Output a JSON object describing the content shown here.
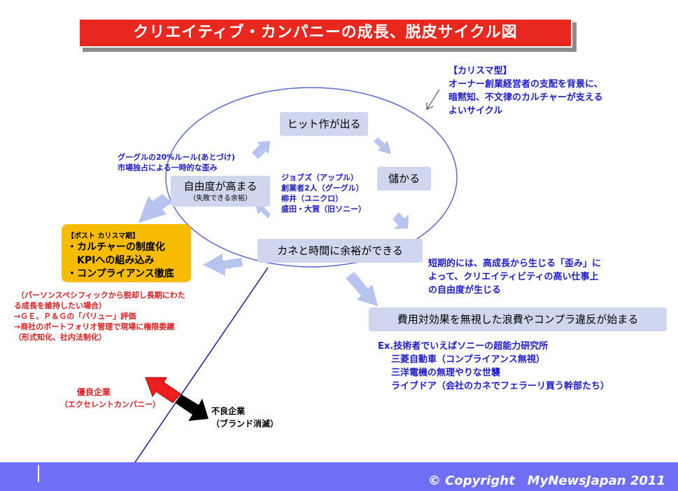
{
  "title": "クリエイティブ・カンパニーの成長、脱皮サイクル図",
  "charisma": {
    "heading": "【カリスマ型】",
    "line1": "オーナー創業経営者の支配を背景に、",
    "line2": "暗黙知、不文律のカルチャーが支える",
    "line3": "よいサイクル"
  },
  "cycle": {
    "hit": "ヒット作が出る",
    "profit": "儲かる",
    "slack": "カネと時間に余裕ができる",
    "freedom": "自由度が高まる",
    "freedom_sub": "（失敗できる余裕）",
    "examples": [
      "ジョブズ（アップル）",
      "創業者2人（グーグル）",
      "柳井（ユニクロ）",
      "盛田・大賀（旧ソニー）"
    ]
  },
  "google_note": {
    "line1": "グーグルの20%ルール(あとづけ)",
    "line2": "市場独占による一時的な歪み"
  },
  "post_charisma": {
    "heading": "【ポスト カリスマ期】",
    "item1": "・カルチャーの制度化",
    "item2": "KPIへの組み込み",
    "item3": "・コンプライアンス徹底"
  },
  "red_note": {
    "line1": "（パーソンスペシフィックから脱却し長期にわた",
    "line2": "る成長を維持したい場合）",
    "line3": "→ＧＥ、Ｐ＆Ｇの「バリュー」評価",
    "line4": "→商社のポートフォリオ管理で現場に権限委譲",
    "line5": "（形式知化、社内法制化）"
  },
  "short_term": {
    "line1": "短期的には、高成長から生じる「歪み」に",
    "line2": "よって、クリエイティビティの高い仕事上",
    "line3": "の自由度が生じる"
  },
  "waste_box": "費用対効果を無視した浪費やコンプラ違反が始まる",
  "waste_examples": {
    "line1": "Ex.技術者でいえばソニーの超能力研究所",
    "line2": "三菱自動車（コンプライアンス無視）",
    "line3": "三洋電機の無理やりな世襲",
    "line4": "ライブドア（会社のカネでフェラーリ買う幹部たち）"
  },
  "excellent": {
    "line1": "優良企業",
    "line2": "（エクセレントカンパニー）"
  },
  "bad": {
    "line1": "不良企業",
    "line2": "（ブランド消滅）"
  },
  "copyright": "© Copyright　MyNewsJapan 2011",
  "colors": {
    "title_red": "#e8281e",
    "step_fill": "#cfd7ee",
    "arrow_fill": "#b8c4f0",
    "ellipse_stroke": "#5a6ad0",
    "text_blue": "#1c1ccc",
    "text_red": "#e01e1e",
    "post_charisma_fill": "#f7bc00",
    "footer_fill": "#6f6ff6"
  }
}
